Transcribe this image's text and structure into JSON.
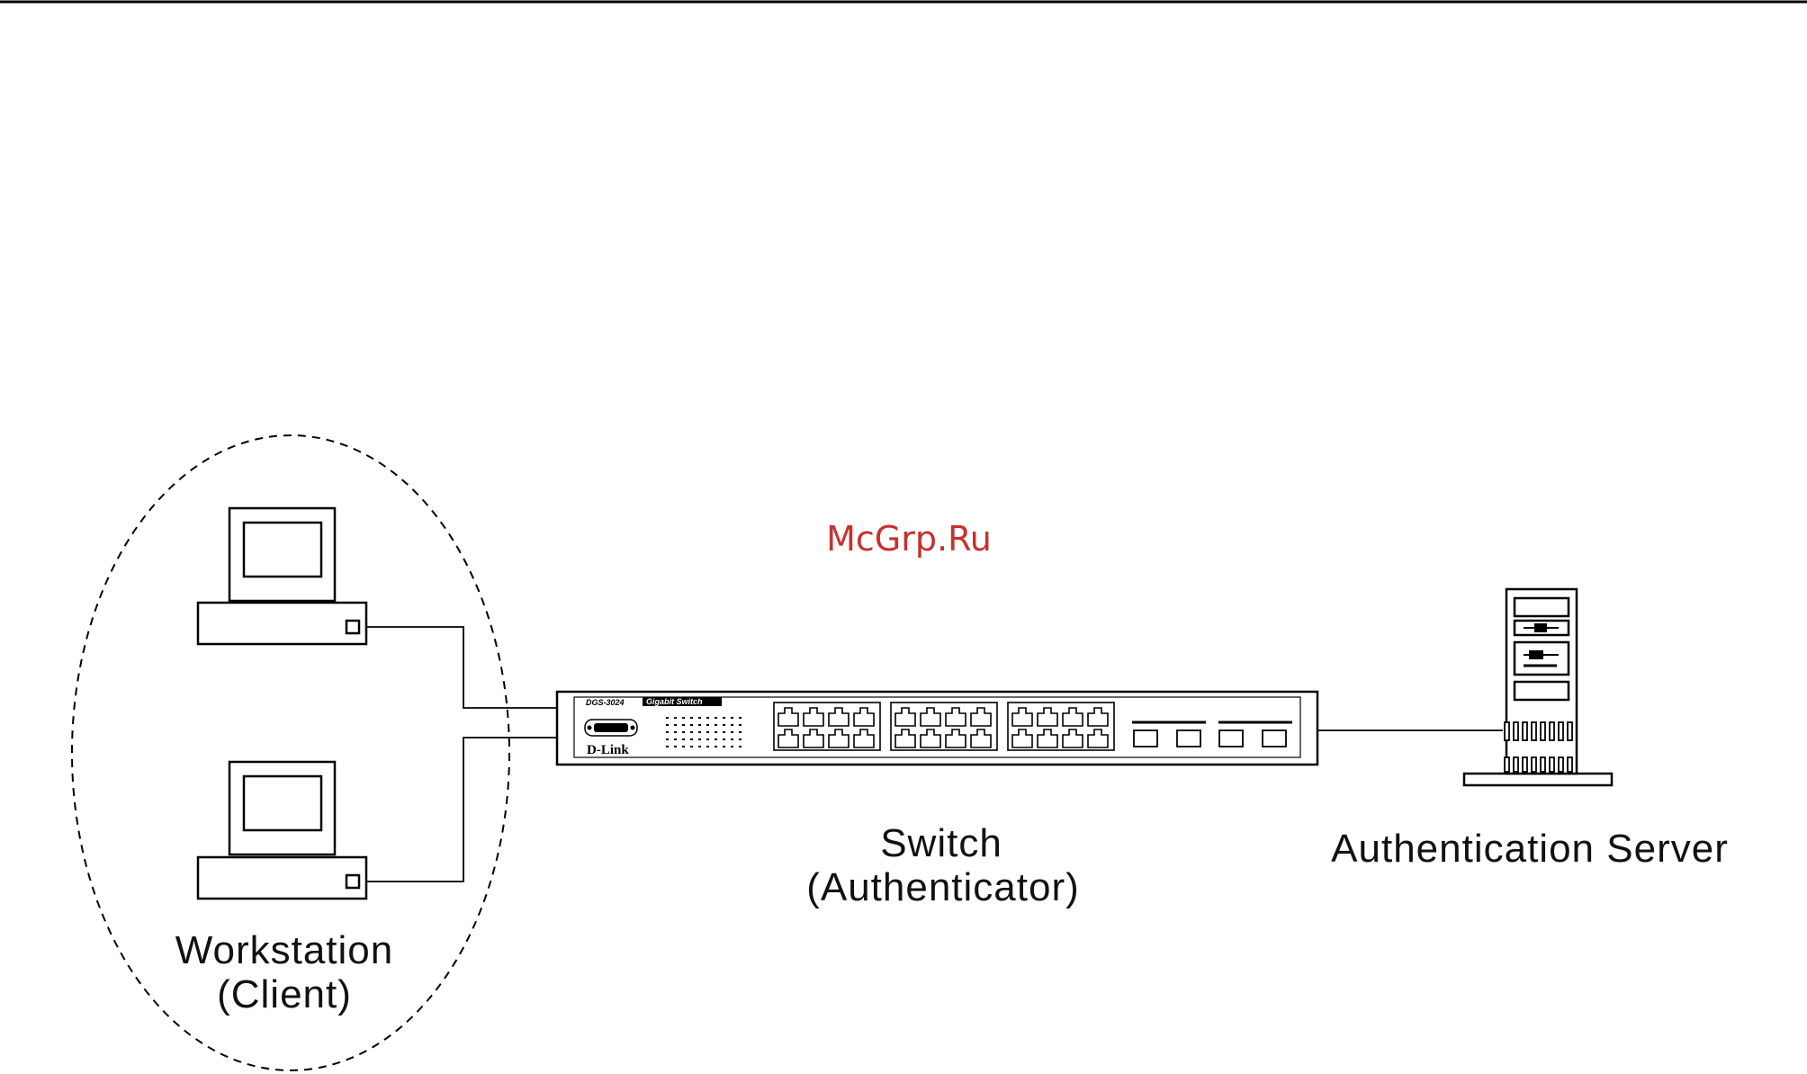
{
  "watermark": "McGrp.Ru",
  "nodes": {
    "workstation": {
      "line1": "Workstation",
      "line2": "(Client)"
    },
    "switch": {
      "line1": "Switch",
      "line2": "(Authenticator)",
      "model": "DGS-3024",
      "badge": "Gigabit Switch",
      "brand": "D-Link"
    },
    "server": {
      "line1": "Authentication Server"
    }
  }
}
